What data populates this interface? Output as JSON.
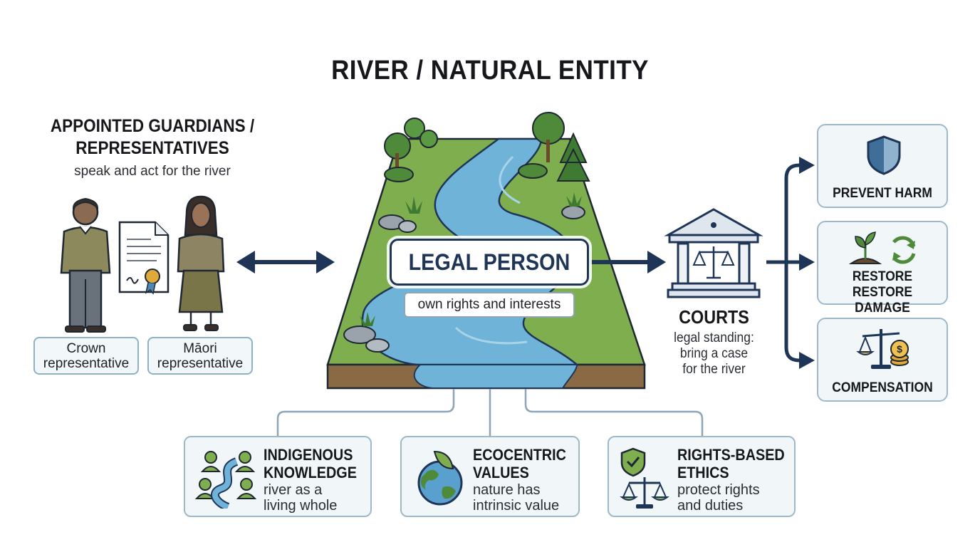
{
  "title": "RIVER / NATURAL ENTITY",
  "guardians": {
    "title_line1": "APPOINTED GUARDIANS /",
    "title_line2": "REPRESENTATIVES",
    "subtitle": "speak and act for the river",
    "crown": {
      "line1": "Crown",
      "line2": "representative"
    },
    "maori": {
      "line1": "Māori",
      "line2": "representative"
    }
  },
  "center": {
    "legal_person": "LEGAL PERSON",
    "rights": "own rights and interests"
  },
  "courts": {
    "title": "COURTS",
    "line1": "legal standing:",
    "line2": "bring a case",
    "line3": "for the river"
  },
  "outcomes": {
    "prevent": "PREVENT HARM",
    "restore_line1": "RESTORE",
    "restore_line2": "RESTORE DAMAGE",
    "compensation": "COMPENSATION"
  },
  "values": {
    "indigenous": {
      "title1": "INDIGENOUS",
      "title2": "KNOWLEDGE",
      "sub1": "river as a",
      "sub2": "living whole"
    },
    "ecocentric": {
      "title1": "ECOCENTRIC",
      "title2": "VALUES",
      "sub1": "nature has",
      "sub2": "intrinsic value"
    },
    "rights": {
      "title1": "RIGHTS-BASED",
      "title2": "ETHICS",
      "sub1": "protect rights",
      "sub2": "and duties"
    }
  },
  "colors": {
    "navy": "#1f3557",
    "river": "#6fb4d8",
    "grass": "#7fae4f",
    "soil": "#8a6a45",
    "box_border": "#9db9c9"
  }
}
